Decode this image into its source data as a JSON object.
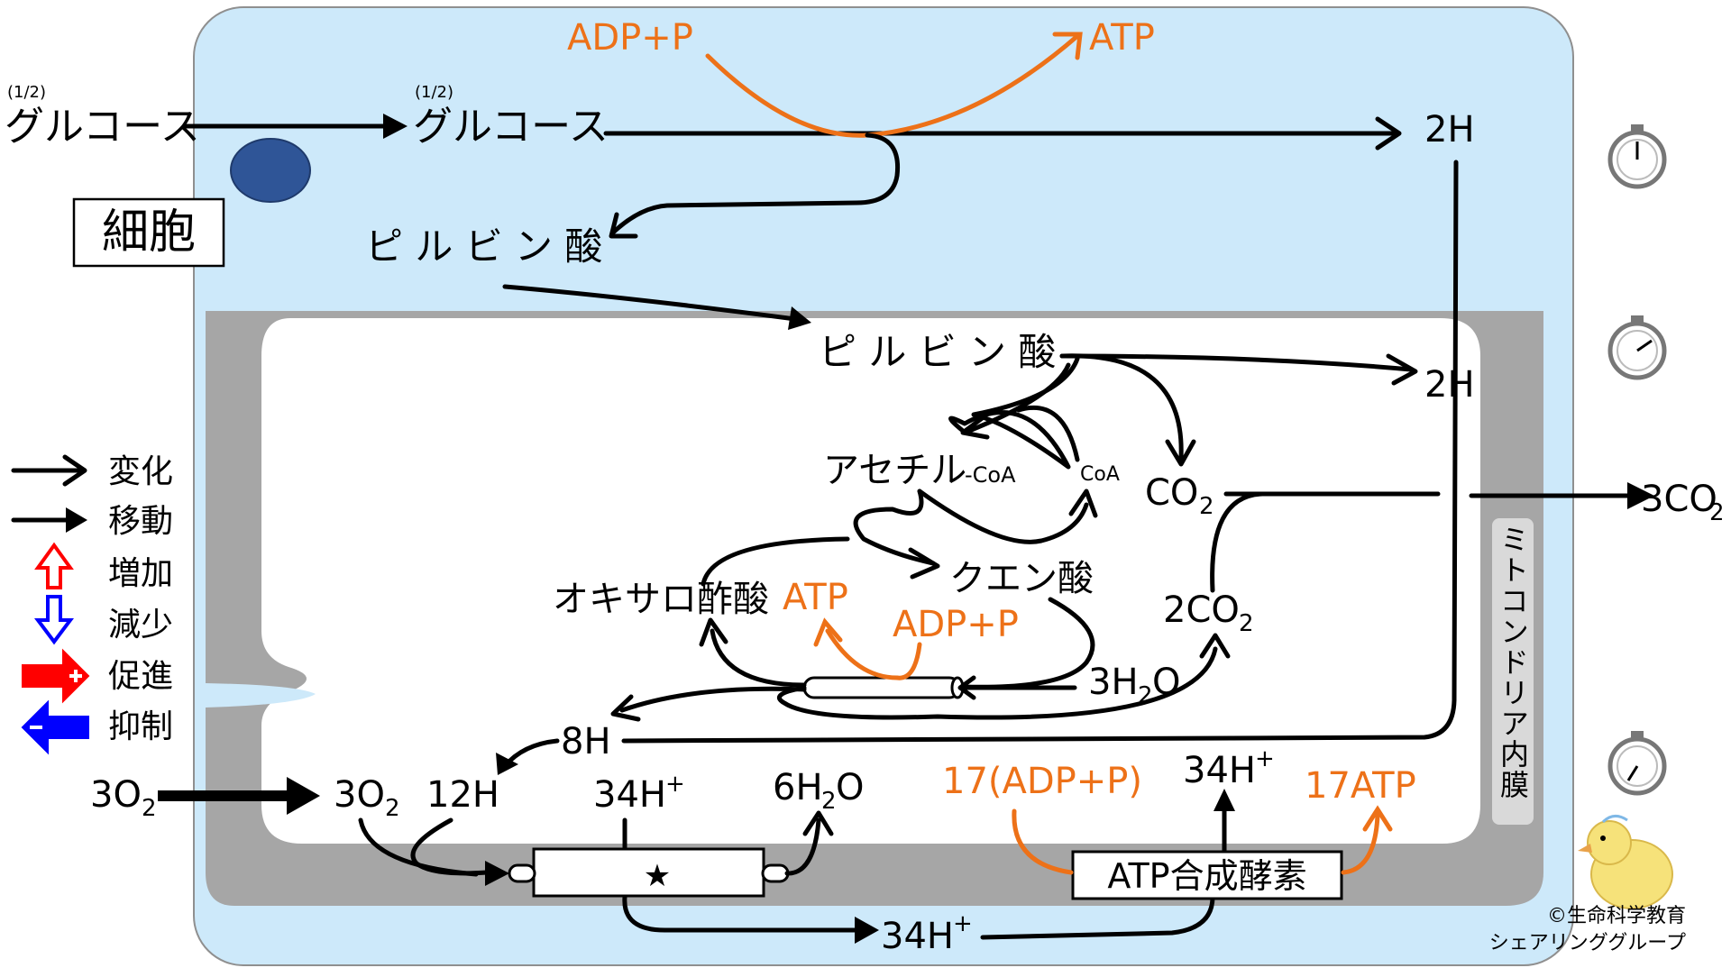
{
  "labels": {
    "glucose_outside_fraction": "(1/2)",
    "glucose_outside": "グルコース",
    "glucose_inside_fraction": "(1/2)",
    "glucose_inside": "グルコース",
    "cell": "細胞",
    "pyruvate_cytosol": "ピ ル ビ ン 酸",
    "pyruvate_mito": "ピ ル ビ ン 酸",
    "adp_p_top": "ADP+P",
    "atp_top": "ATP",
    "h2_top": "2H",
    "h2_mid": "2H",
    "acetyl": "アセチル",
    "acetyl_coa_suffix": "-CoA",
    "coa": "CoA",
    "co2": "CO",
    "co2_sub": "2",
    "co2_out": "3CO",
    "co2_out_sub": "2",
    "citric": "クエン酸",
    "oxaloacetic": "オキサロ酢酸",
    "atp_cycle": "ATP",
    "adp_p_cycle": "ADP+P",
    "co2_2": "2CO",
    "co2_2_sub": "2",
    "h2o_3": "3H",
    "h2o_3_sub": "2",
    "h2o_3_o": "O",
    "h8": "8H",
    "h12": "12H",
    "o2_out": "3O",
    "o2_out_sub": "2",
    "o2_in": "3O",
    "o2_in_sub": "2",
    "h34_upper": "34H",
    "h34_upper_sup": "+",
    "h34_right": "34H",
    "h34_right_sup": "+",
    "h34_bottom": "34H",
    "h34_bottom_sup": "+",
    "h2o_6": "6H",
    "h2o_6_sub": "2",
    "h2o_6_o": "O",
    "adp_17": "17(ADP+P)",
    "atp_17": "17ATP",
    "atp_synthase": "ATP合成酵素",
    "star": "★",
    "inner_membrane": "ミトコンドリア内膜",
    "credit_line1": "©生命科学教育",
    "credit_line2": "シェアリンググループ"
  },
  "legend": [
    {
      "label": "変化",
      "icon": "open-arrow-icon"
    },
    {
      "label": "移動",
      "icon": "solid-arrow-icon"
    },
    {
      "label": "増加",
      "icon": "red-up-arrow-icon"
    },
    {
      "label": "減少",
      "icon": "blue-down-arrow-icon"
    },
    {
      "label": "促進",
      "icon": "red-plus-arrow-icon"
    },
    {
      "label": "抑制",
      "icon": "blue-minus-arrow-icon"
    }
  ],
  "colors": {
    "cytosol": "#cde9fa",
    "membrane": "#a6a6a6",
    "matrix": "#ffffff",
    "orange": "#ed7118",
    "nucleus": "#2f5597",
    "increase": "#ff0000",
    "decrease": "#0000ff"
  }
}
